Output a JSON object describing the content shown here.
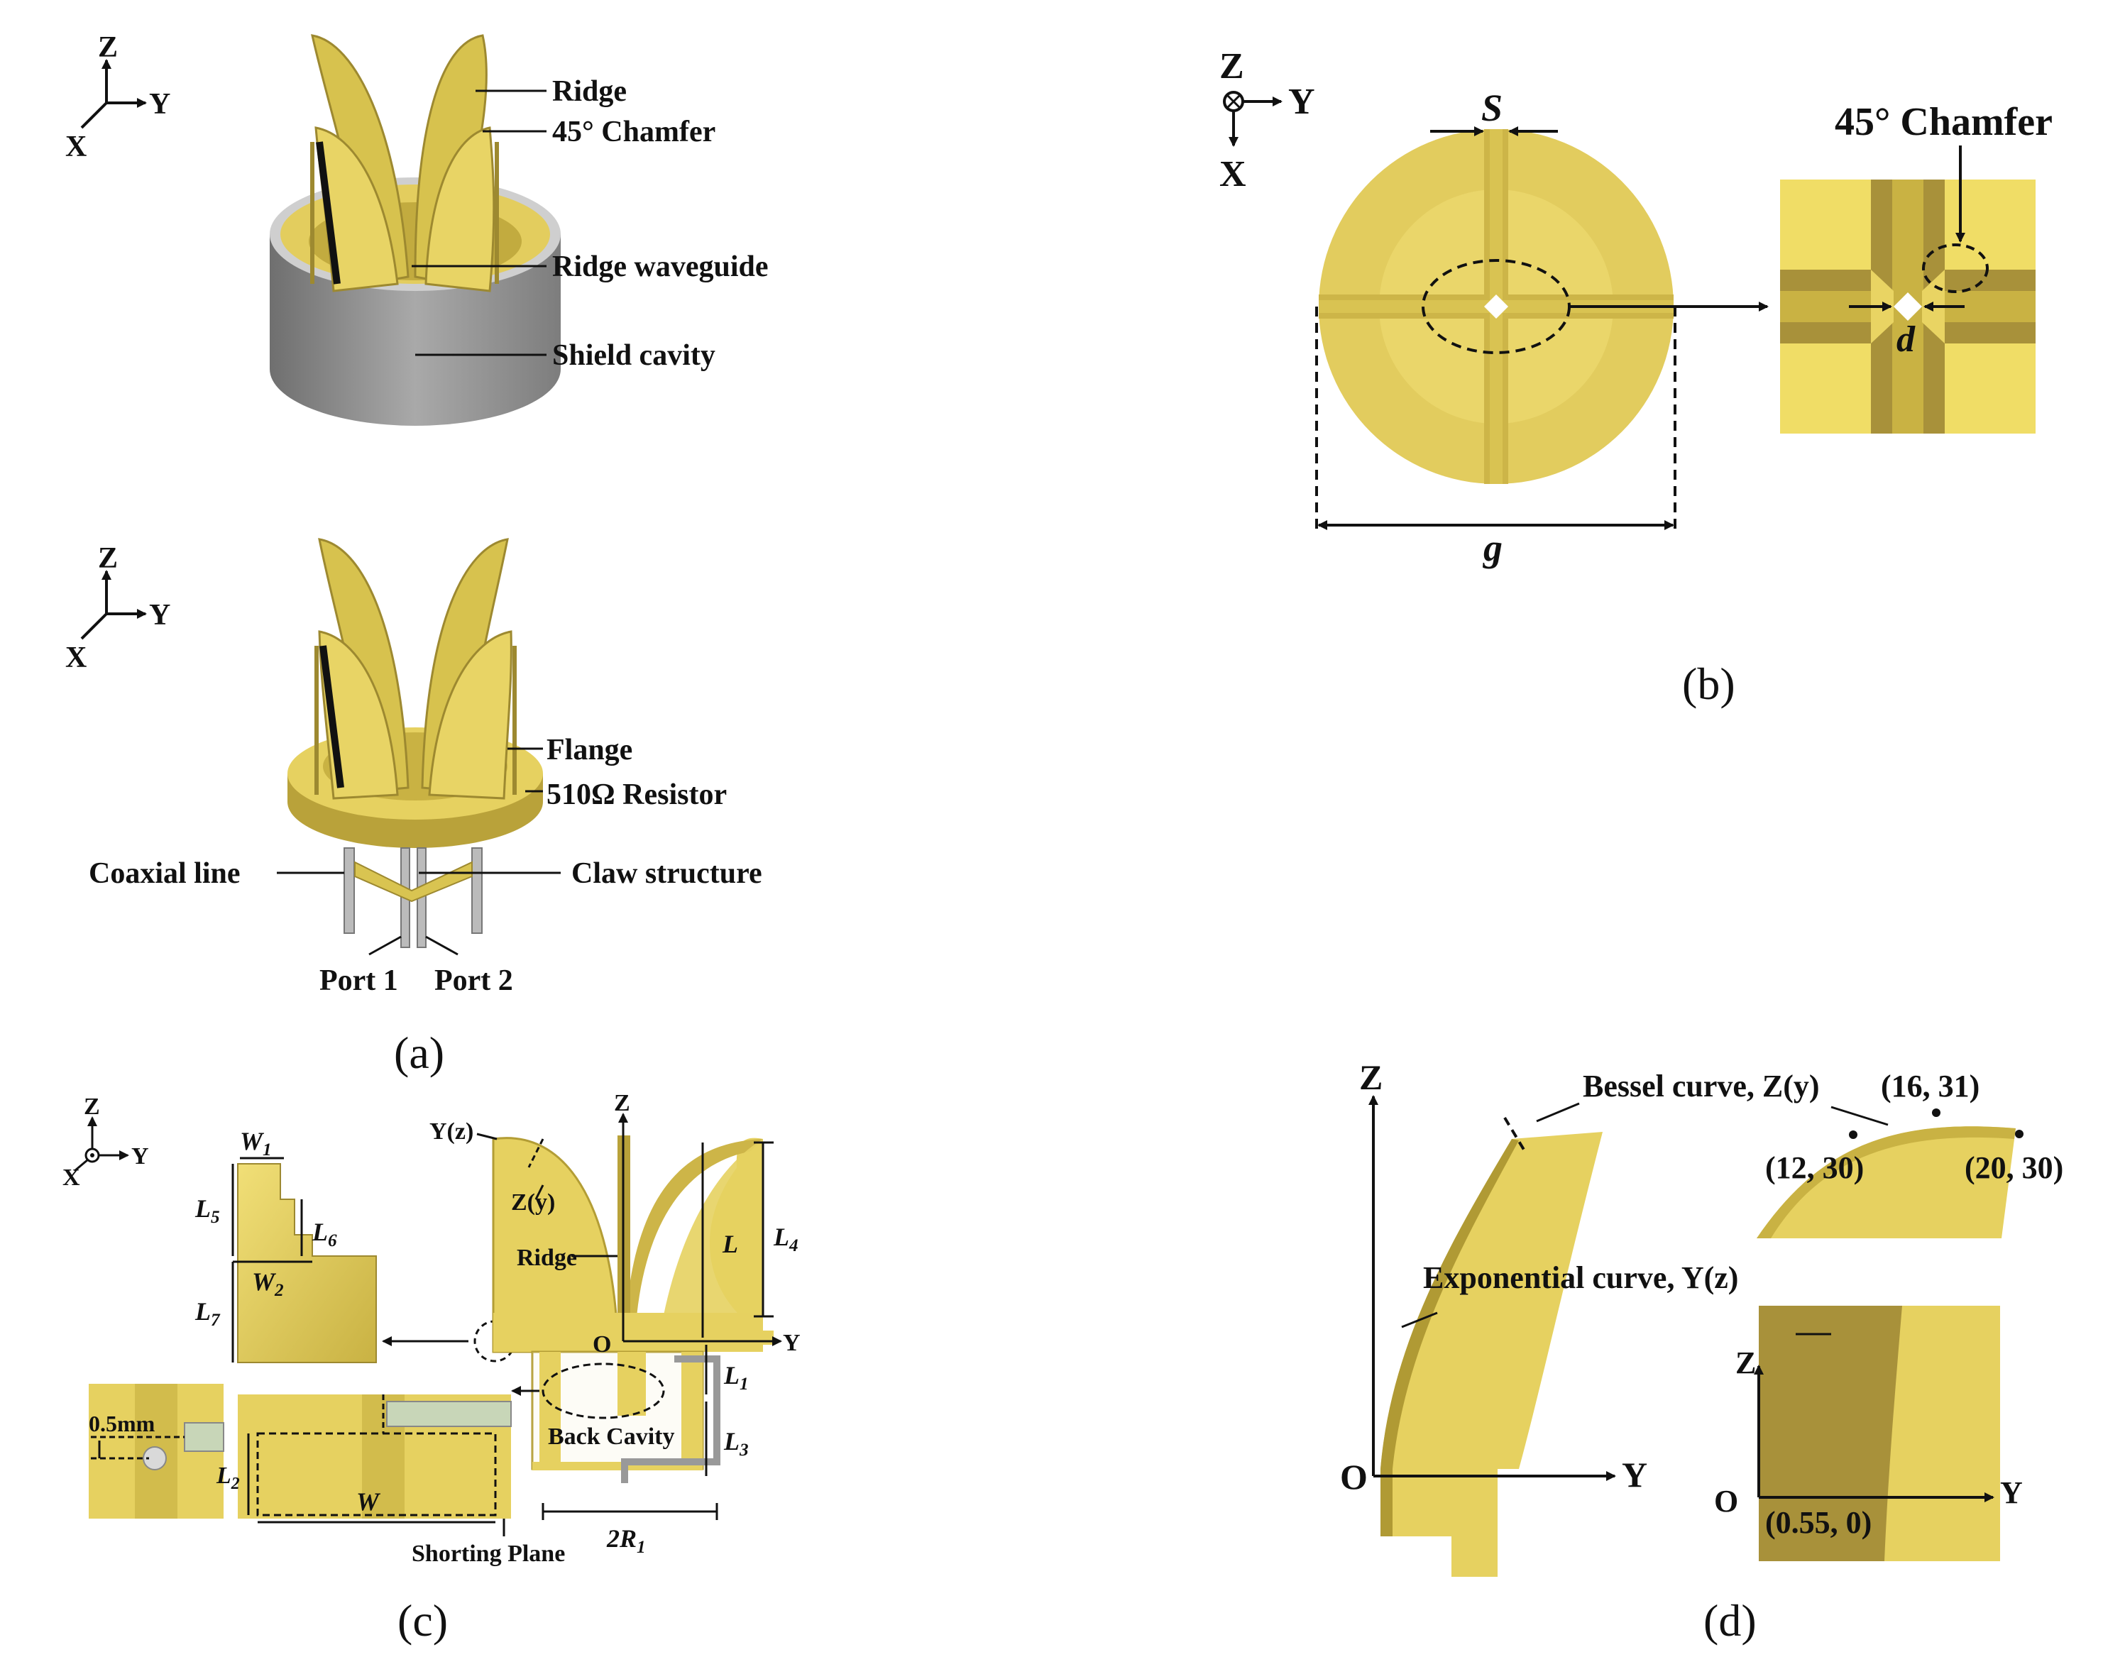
{
  "colors": {
    "gold": "#E9D45C",
    "gold_dark": "#B9A23A",
    "gold_light": "#F3E37E",
    "gray": "#8A8A8A",
    "gray_light": "#D0D0D0"
  },
  "panel_a": {
    "caption": "(a)",
    "top_axes": {
      "z": "Z",
      "y": "Y",
      "x": "X"
    },
    "top_labels": {
      "ridge": "Ridge",
      "chamfer": "45° Chamfer",
      "ridge_waveguide": "Ridge waveguide",
      "shield": "Shield cavity"
    },
    "bottom_axes": {
      "z": "Z",
      "y": "Y",
      "x": "X"
    },
    "bottom_labels": {
      "flange": "Flange",
      "resistor": "510Ω Resistor",
      "coax": "Coaxial line",
      "claw": "Claw structure",
      "port1": "Port 1",
      "port2": "Port 2"
    }
  },
  "panel_b": {
    "caption": "(b)",
    "axes": {
      "z": "Z",
      "y": "Y",
      "x": "X"
    },
    "s": "S",
    "g": "g",
    "d": "d",
    "chamfer": "45° Chamfer"
  },
  "panel_c": {
    "caption": "(c)",
    "axes": {
      "z": "Z",
      "y": "Y",
      "x": "X"
    },
    "w1": "W",
    "w1_sub": "1",
    "w2": "W",
    "w2_sub": "2",
    "l5": "L",
    "l5_sub": "5",
    "l6": "L",
    "l6_sub": "6",
    "l7": "L",
    "l7_sub": "7",
    "yz": "Y(z)",
    "zy": "Z(y)",
    "ridge": "Ridge",
    "z": "Z",
    "o": "O",
    "y": "Y",
    "l": "L",
    "l4": "L",
    "l4_sub": "4",
    "l1": "L",
    "l1_sub": "1",
    "l3": "L",
    "l3_sub": "3",
    "back_cavity": "Back Cavity",
    "r1_pre": "2R",
    "r1_sub": "1",
    "mm": "0.5mm",
    "l2": "L",
    "l2_sub": "2",
    "w": "W",
    "shorting": "Shorting Plane"
  },
  "panel_d": {
    "caption": "(d)",
    "z": "Z",
    "o": "O",
    "y": "Y",
    "bessel": "Bessel curve, Z(y)",
    "exp": "Exponential curve, Y(z)",
    "p1": "(16, 31)",
    "p2": "(12, 30)",
    "p3": "(20, 30)",
    "z2": "Z",
    "o2": "O",
    "y2": "Y",
    "p4": "(0.55, 0)"
  }
}
